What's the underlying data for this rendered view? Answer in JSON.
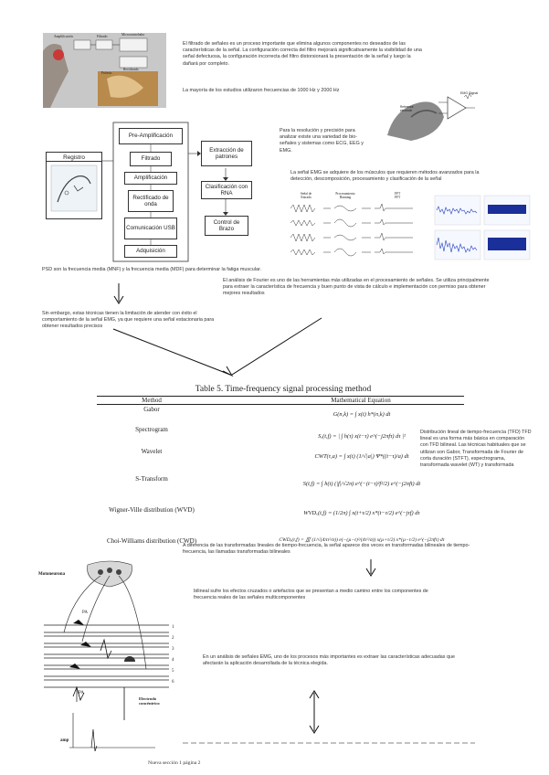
{
  "intro": {
    "paragraph1": "El filtrado de señales es un proceso importante que elimina algunos componentes no deseados de las características de la señal. La configuración correcta del filtro mejorará significativamente la visibilidad de una señal defectuosa, la configuración incorrecta del filtro distorsionará la presentación de la señal y luego la dañará por completo.",
    "paragraph2": "La mayoría de los estudios utilizaron frecuencias de 1000 Hz y 2000 Hz"
  },
  "top_figure": {
    "labels": [
      "Amplificación",
      "Filtrado",
      "Microcontrolador",
      "Rectificado",
      "Prótesis"
    ]
  },
  "emg_figure": {
    "label": "EMG Signal",
    "electrode_label": "Reference electrode"
  },
  "flowchart": {
    "registro": "Registro",
    "stages": [
      "Pre-Amplificación",
      "Filtrado",
      "Amplificación",
      "Rectificado de onda",
      "Comunicación USB",
      "Adquisición"
    ],
    "right": [
      "Extracción de patrones",
      "Clasificación con RNA",
      "Control de Brazo"
    ]
  },
  "resolution_text": "Para la resolución y precisión para analizar existe una variedad de bio-señales y sistemas como ECG, EEG y EMG.",
  "emg_text": "La señal EMG se adquiere de los músculos que requieren métodos avanzados para la detección, descomposición, procesamiento y clasificación de la señal",
  "signal_figure": {
    "headers": [
      "Señal de Entrada",
      "Procesamiento Hanning",
      "FFT",
      "FFT"
    ]
  },
  "psd_text": "PSD son la frecuencia media (MNF) y la frecuencia media (MDF) para determinar la fatiga muscular.",
  "limitation_text": "Sin embargo, estas técnicas tienen la limitación de atender con éxito el comportamiento de la señal EMG, ya que requiere una señal estacionaria para obtener resultados precisos",
  "fourier_text": "El análisis de Fourier es uno de las herramientas más utilizadas en el procesamiento de señales. Se utiliza principalmente para extraer la característica de frecuencia y buen punto de vista de cálculo e implementación con permiso para obtener mejores resultados",
  "table": {
    "title": "Table 5. Time-frequency signal processing method",
    "col_method": "Method",
    "col_equation": "Mathematical Equation",
    "rows": [
      {
        "method": "Gabor",
        "equation": "G(n,k) = ∫ x(t) h*(n,k) dt"
      },
      {
        "method": "Spectrogram",
        "equation": "Sₓ(t,f) = | ∫ h(τ) x(t−τ) e^(−j2πfτ) dτ |²"
      },
      {
        "method": "Wavelet",
        "equation": "CWT(τ,a) = ∫ x(t) (1/√|a|) Ψ*((t−τ)/a) dt"
      },
      {
        "method": "S-Transform",
        "equation": "S(t,f) = ∫ h(t) (|f|/√2π) e^(−(t−τ)²f²/2) e^(−j2πft) dt"
      },
      {
        "method": "Wigner-Ville distribution (WVD)",
        "equation": "WVDₓ(t,f) = (1/2π) ∫ x(t+τ/2) x*(t−τ/2) e^(−jτf) dτ"
      },
      {
        "method": "Choi-Williams distribution (CWD)",
        "equation": "CWDₓ(t,f) = ∭ (1/√(4πτ²/σ)) e(−(µ−t)²/(4τ²/σ)) x(µ+τ/2) x*(µ−τ/2) e^(−j2πfτ) dτ"
      }
    ]
  },
  "tfd_text": "Distribución lineal de tiempo-frecuencia (TFD) TFD lineal es una forma más básica en comparación con TFD bilineal. Las técnicas habituales que se utilizan son Gabor, Transformada de Fourier de corta duración (STFT), espectrograma, transformada wavelet (WT) y transformada",
  "bilinear_text": "A diferencia de las transformadas lineales de tiempo-frecuencia, la señal aparece dos veces en transformadas bilineales de tiempo-frecuencia, las llamadas transformadas bilineales",
  "crossterm_text": "bilineal sufre los efectos cruzados o artefactos que se presentan a medio camino entre los componentes de frecuencia reales de las señales multicomponentes",
  "features_text": "En un análisis de señales EMG, uno de los procesos más importantes es extraer las características adecuadas que afectarán la aplicación desarrollada de la técnica elegida.",
  "neuron_figure": {
    "title": "Motoneurona",
    "pa_top": "PA",
    "pa_bottom": "PA",
    "electrode": "Electrodo concéntrico",
    "amp": "amp",
    "numbers": [
      "1",
      "2",
      "3",
      "4",
      "5",
      "6"
    ]
  },
  "footer": "Nueva sección 1 página 2",
  "colors": {
    "accent_red": "#d22a2a",
    "signal_blue": "#1f3fbf",
    "dark_blue": "#1a2f9a"
  }
}
